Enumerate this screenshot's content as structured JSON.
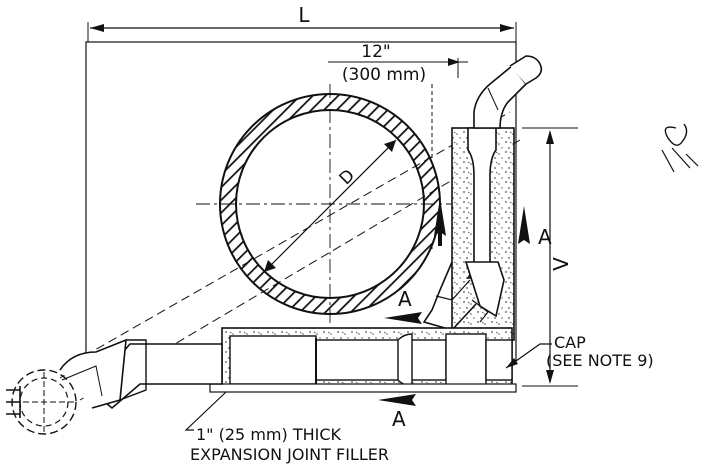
{
  "labels": {
    "length": "L",
    "offset_in": "12\"",
    "offset_mm": "(300 mm)",
    "diameter": "D",
    "height": "V",
    "section_mark": "A",
    "cap": "CAP",
    "cap_note": "(SEE NOTE 9)",
    "filler_line1": "1\" (25 mm) THICK",
    "filler_line2": "EXPANSION JOINT FILLER"
  },
  "colors": {
    "ink": "#111111",
    "paper": "#ffffff",
    "concrete_speckle": "#555555"
  },
  "icons": {
    "section_arrow": "section-arrow-icon",
    "hatch": "hatch-pattern"
  }
}
